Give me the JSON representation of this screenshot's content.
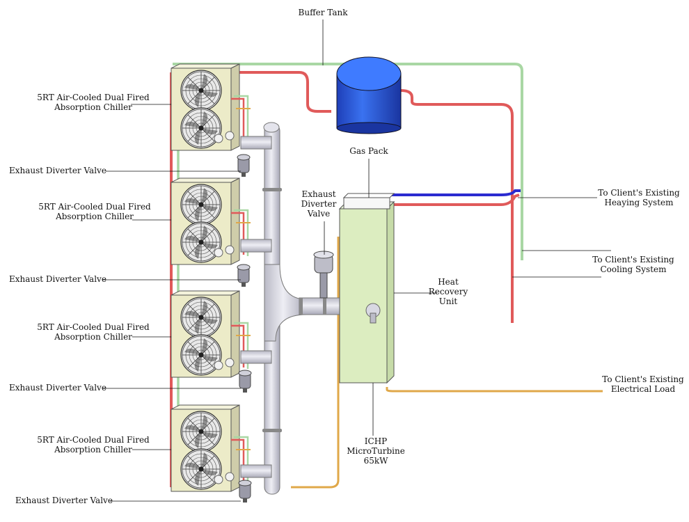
{
  "colors": {
    "hot_pipe": "#e05a5a",
    "cold_pipe": "#a9d7a4",
    "electric_line": "#e0a84a",
    "gas_blue": "#2b2bd0",
    "tank_blue": "#2f63e8",
    "unit_body": "#ecebc8",
    "hru_body": "#dcedc0",
    "exhaust_duct": "#d8d8e2"
  },
  "labels": {
    "buffer_tank": "Buffer Tank",
    "gas_pack": "Gas Pack",
    "chillers": [
      {
        "line1": "5RT Air-Cooled Dual Fired",
        "line2": "Absorption Chiller"
      },
      {
        "line1": "5RT Air-Cooled Dual Fired",
        "line2": "Absorption Chiller"
      },
      {
        "line1": "5RT Air-Cooled Dual Fired",
        "line2": "Absorption Chiller"
      },
      {
        "line1": "5RT Air-Cooled Dual Fired",
        "line2": "Absorption Chiller"
      }
    ],
    "exhaust_valves": [
      "Exhaust Diverter Valve",
      "Exhaust Diverter Valve",
      "Exhaust Diverter Valve",
      "Exhaust Diverter Valve"
    ],
    "main_exhaust_valve": {
      "line1": "Exhaust",
      "line2": "Diverter",
      "line3": "Valve"
    },
    "heat_recovery": {
      "line1": "Heat",
      "line2": "Recovery",
      "line3": "Unit"
    },
    "microturbine": {
      "line1": "ICHP",
      "line2": "MicroTurbine",
      "line3": "65kW"
    },
    "heating": {
      "line1": "To Client's Existing",
      "line2": "Heaying System"
    },
    "cooling": {
      "line1": "To Client's Existing",
      "line2": "Cooling System"
    },
    "electrical": {
      "line1": "To Client's Existing",
      "line2": "Electrical  Load"
    }
  }
}
